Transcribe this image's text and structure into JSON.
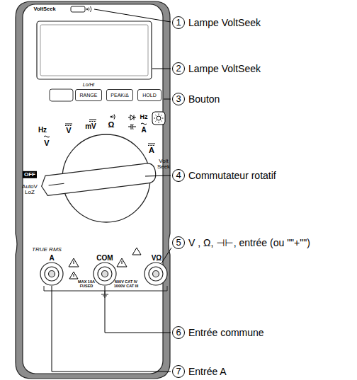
{
  "diagram": {
    "nodes": [
      {
        "text": [
          "1",
          "Lampe VoltSeek"
        ]
      },
      {
        "text": [
          "2",
          "Lampe VoltSeek"
        ]
      },
      {
        "text": [
          "3",
          "Bouton"
        ]
      },
      {
        "text": [
          "4",
          "Commutateur rotatif"
        ]
      },
      {
        "text": [
          "5",
          "V , Ω, ⊣⊢, entrée (ou \"\"+\"\")"
        ]
      },
      {
        "text": [
          "6",
          "Entrée commune"
        ]
      },
      {
        "text": [
          "7",
          "Entrée A"
        ]
      },
      {
        "text": [
          "Lo/Hi",
          "RANGE"
        ]
      },
      {
        "text": [
          "PEAK/Δ"
        ]
      },
      {
        "text": [
          "HOLD"
        ]
      }
    ],
    "labels": [
      "VoltSeek",
      "Hz",
      "V",
      "V",
      "mV",
      "Ω",
      "Hz",
      "A",
      "A",
      "OFF",
      "AutoV LoZ",
      "Volt Seek",
      "TRUE RMS",
      "A",
      "COM",
      "VΩ",
      "MAX 10A FUSED",
      "600V CAT IV 1000V CAT III"
    ]
  }
}
